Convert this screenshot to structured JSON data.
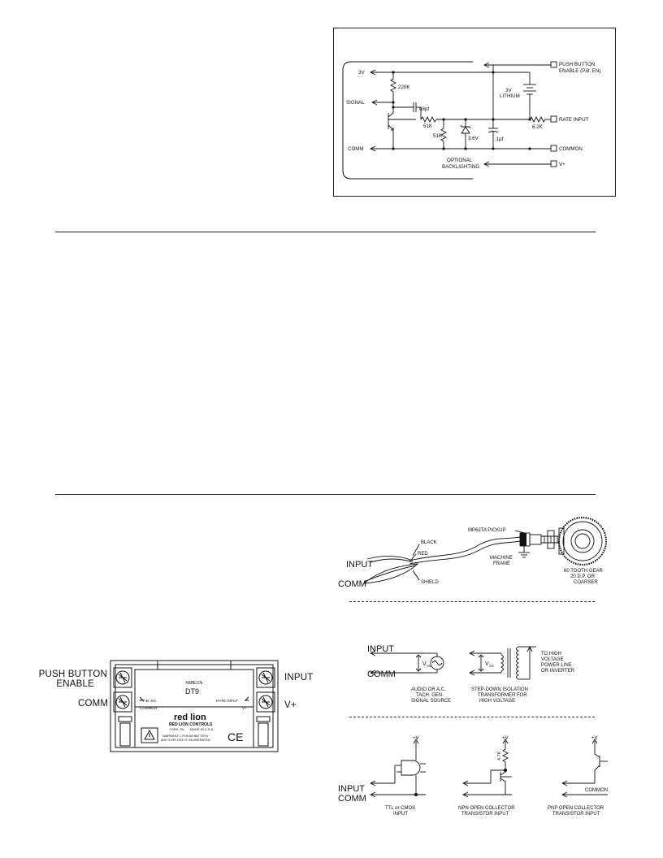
{
  "schematic": {
    "left": {
      "v3": "3V",
      "signal": "SIGNAL",
      "comm": "COMM"
    },
    "components": {
      "r220k": "220K",
      "c68pf": "68pf",
      "r51k_series": "51K",
      "r51k_shunt": "51K",
      "zener": "3.6V",
      "cap": ".1µf",
      "battery_l1": "3V",
      "battery_l2": "LITHIUM",
      "r6_2k": "6.2K"
    },
    "right": {
      "pb_en_l1": "PUSH BUTTON",
      "pb_en_l2": "ENABLE (P.B. EN)",
      "rate_input": "RATE INPUT",
      "common": "COMMON",
      "backlight_l1": "OPTIONAL",
      "backlight_l2": "BACKLIGHTING",
      "vplus": "V+"
    }
  },
  "unit": {
    "labels": {
      "push_button_l1": "PUSH BUTTON",
      "push_button_l2": "ENABLE",
      "comm": "COMM",
      "input": "INPUT",
      "vplus": "V+"
    },
    "part_no": "X88ECN",
    "model": "DT9",
    "pb_en": "P.B. EN.",
    "common": "COMMON",
    "rate_input": "RATE INPUT",
    "vplus": "V+",
    "brand": "red lion",
    "company": "RED LION CONTROLS",
    "location_l1": "YORK, PA.",
    "location_l2": "MADE IN U.S.A.",
    "warning_l1": "WARNING: LITHIUM BATTERY",
    "warning_l2": "MAY EXPLODE IF INCINERATED",
    "ce": "CE"
  },
  "pickup": {
    "input": "INPUT",
    "comm": "COMM",
    "black": "BLACK",
    "red": "RED",
    "shield": "SHIELD",
    "model": "MP62TA PICKUP",
    "frame_l1": "MACHINE",
    "frame_l2": "FRAME",
    "gear_l1": "60 TOOTH GEAR",
    "gear_l2": "20 D.P. OR",
    "gear_l3": "COARSER"
  },
  "ac": {
    "input": "INPUT",
    "comm": "COMM",
    "vac1": "V",
    "vac1_sub": "AC",
    "vac2": "V",
    "vac2_sub": "AC",
    "src_l1": "AUDIO OR A.C.",
    "src_l2": "TACH. GEN.",
    "src_l3": "SIGNAL SOURCE",
    "xf_l1": "STEP-DOWN ISOLATION",
    "xf_l2": "TRANSFORMER FOR",
    "xf_l3": "HIGH VOLTAGE",
    "hv_l1": "TO HIGH",
    "hv_l2": "VOLTAGE",
    "hv_l3": "POWER LINE",
    "hv_l4": "OR INVERTER"
  },
  "transistor": {
    "input": "INPUT",
    "comm": "COMM",
    "vplus1": "+V",
    "vplus2": "+V",
    "vplus3": "+V",
    "r47k": "4.7K",
    "common": "COMMON",
    "ttl_l1": "TTL or CMOS",
    "ttl_l2": "INPUT",
    "npn_l1": "NPN OPEN COLLECTOR",
    "npn_l2": "TRANSISTOR INPUT",
    "pnp_l1": "PNP OPEN COLLECTOR",
    "pnp_l2": "TRANSISTOR INPUT"
  }
}
